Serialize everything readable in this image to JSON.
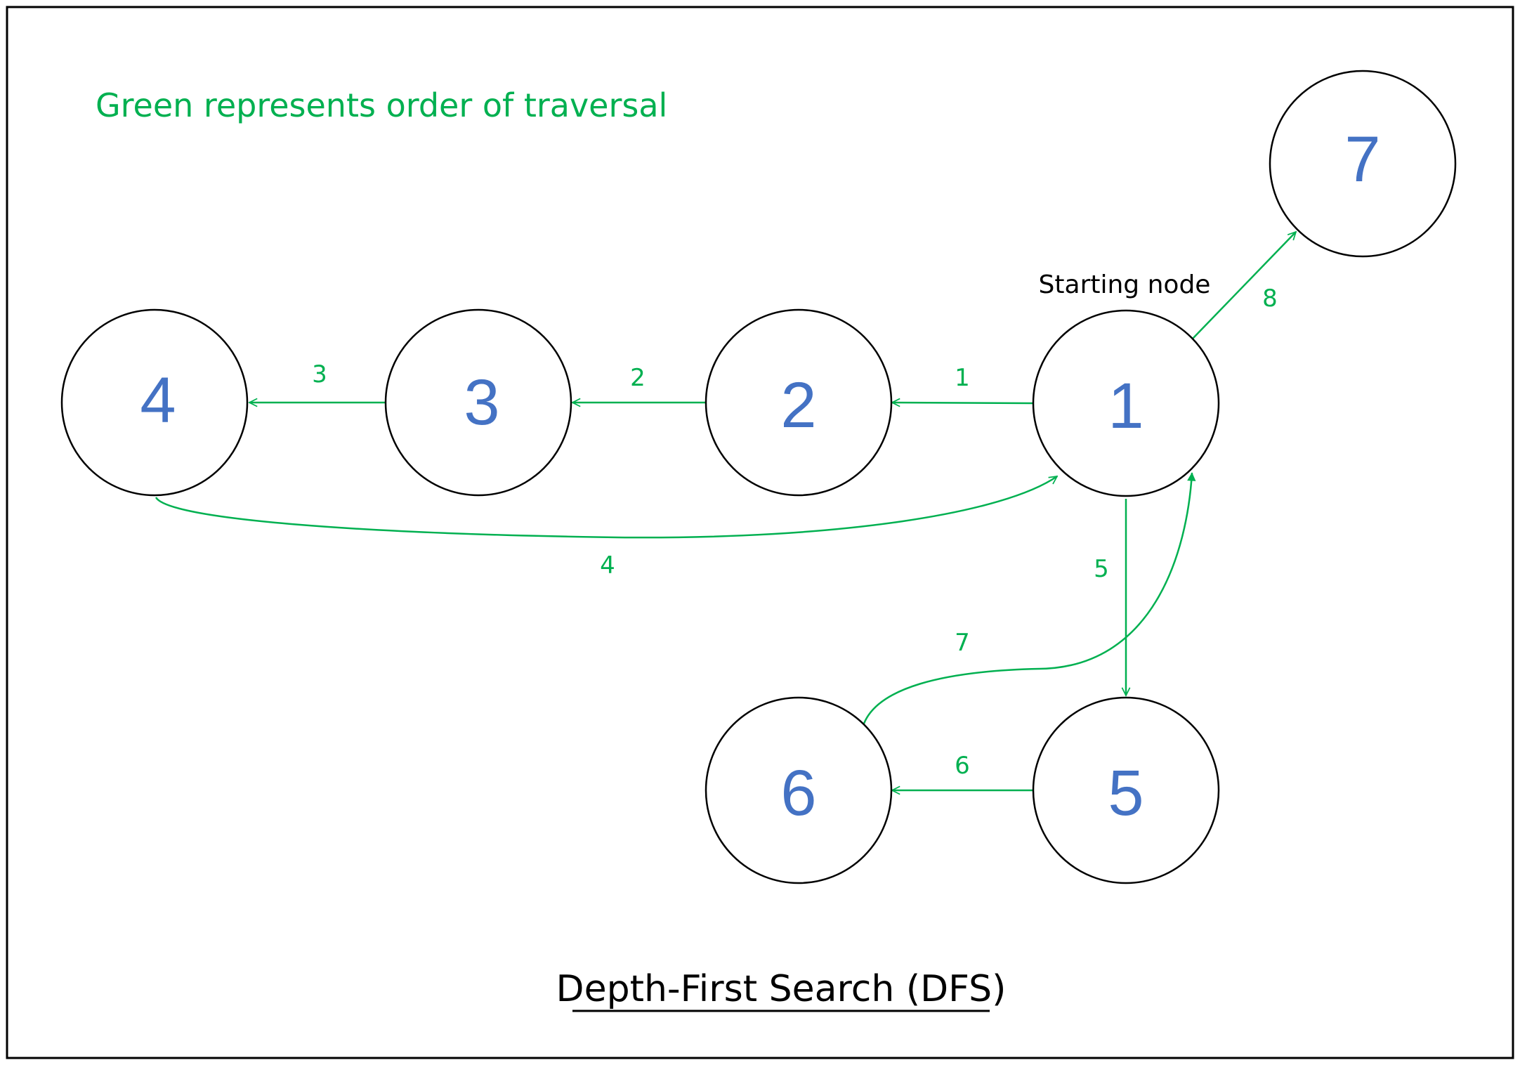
{
  "legend": "Green represents order of traversal",
  "start_label": "Starting node",
  "title": "Depth-First Search (DFS)",
  "colors": {
    "node_text": "#4472c4",
    "edge": "#00b050",
    "outline": "#000000"
  },
  "nodes": [
    "1",
    "2",
    "3",
    "4",
    "5",
    "6",
    "7"
  ],
  "edges": [
    {
      "from": "1",
      "to": "2",
      "order": "1"
    },
    {
      "from": "2",
      "to": "3",
      "order": "2"
    },
    {
      "from": "3",
      "to": "4",
      "order": "3"
    },
    {
      "from": "4",
      "to": "1",
      "order": "4"
    },
    {
      "from": "1",
      "to": "5",
      "order": "5"
    },
    {
      "from": "5",
      "to": "6",
      "order": "6"
    },
    {
      "from": "6",
      "to": "1",
      "order": "7"
    },
    {
      "from": "1",
      "to": "7",
      "order": "8"
    }
  ]
}
